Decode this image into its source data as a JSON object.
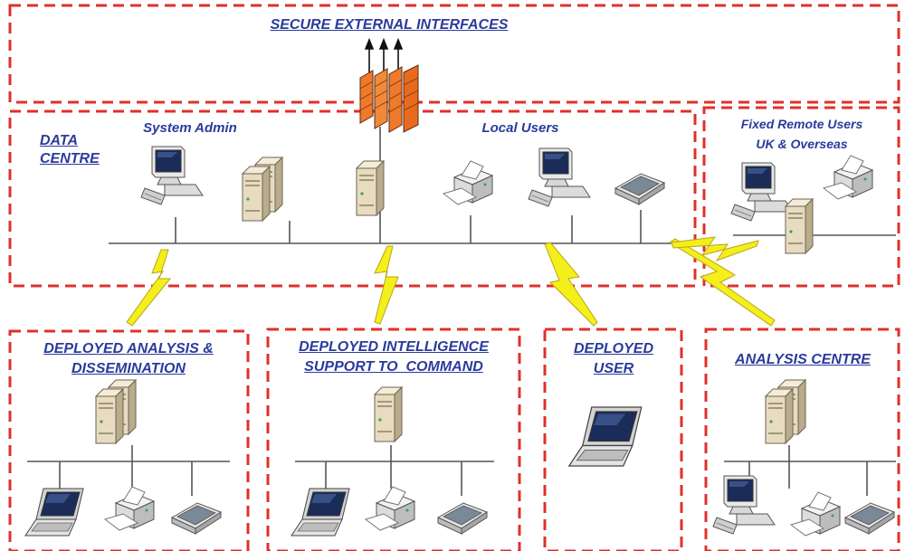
{
  "colors": {
    "zone_border": "#e0302a",
    "label_text": "#2a3b9c",
    "bus_line": "#555555",
    "lightning_fill": "#f4ee1a",
    "firewall_fill": "#ee7a2a",
    "server_fill": "#e7dcc0",
    "monitor_screen": "#1c2c58"
  },
  "zones": {
    "secure_external": {
      "title": "SECURE EXTERNAL INTERFACES"
    },
    "data_centre": {
      "title_line1": "DATA",
      "title_line2": "CENTRE",
      "sub_admin": "System Admin",
      "sub_local": "Local Users"
    },
    "remote_users": {
      "title_line1": "Fixed Remote Users",
      "title_line2": "UK & Overseas"
    },
    "deployed_analysis": {
      "title_line1": "DEPLOYED ANALYSIS &",
      "title_line2": "DISSEMINATION"
    },
    "deployed_intel": {
      "title_line1": "DEPLOYED INTELLIGENCE",
      "title_line2": "SUPPORT TO  COMMAND"
    },
    "deployed_user": {
      "title_line1": "DEPLOYED",
      "title_line2": "USER"
    },
    "analysis_centre": {
      "title": "ANALYSIS CENTRE"
    }
  },
  "icons": {
    "firewall": "firewall-icon",
    "server": "server-icon",
    "workstation": "workstation-icon",
    "printer": "printer-icon",
    "scanner": "scanner-icon",
    "laptop": "laptop-icon",
    "wireless_link": "lightning-link-icon"
  }
}
